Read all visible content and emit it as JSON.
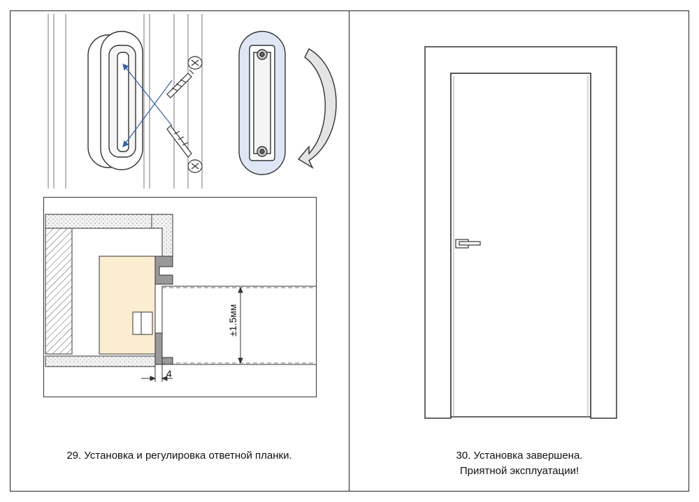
{
  "step29": {
    "caption": "29. Установка и регулировка ответной планки.",
    "dimension_gap": "±1.5мм",
    "dimension_offset": "4"
  },
  "step30": {
    "caption_line1": "30. Установка завершена.",
    "caption_line2": "Приятной эксплуатации!"
  },
  "colors": {
    "line": "#222222",
    "strike_fill": "#dfe6f5",
    "block_fill": "#fbeed0",
    "arrow_blue": "#2f5fb0",
    "concrete": "#f2f2f2"
  }
}
